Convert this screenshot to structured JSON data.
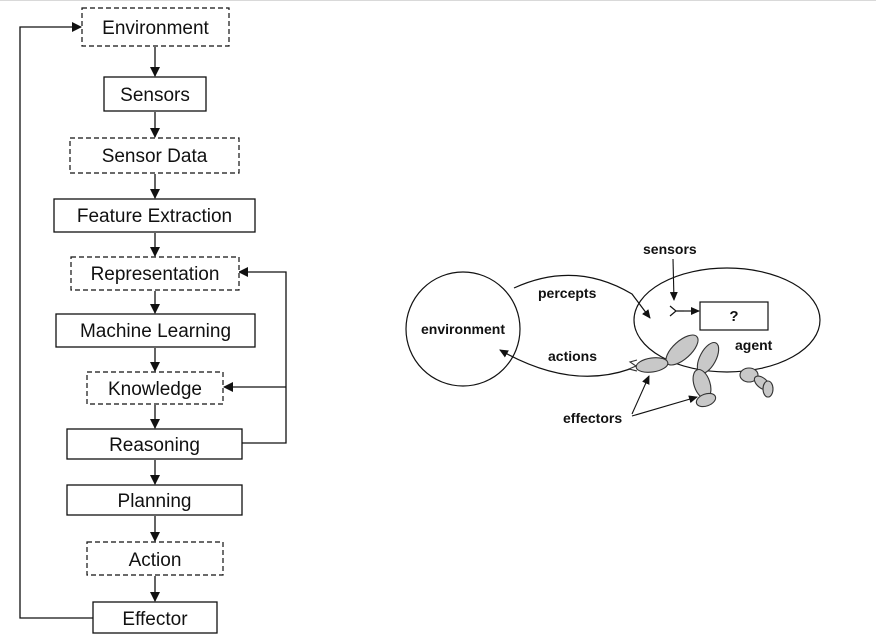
{
  "flowchart": {
    "boxes": [
      {
        "id": "environment",
        "label": "Environment",
        "dashed": true
      },
      {
        "id": "sensors",
        "label": "Sensors",
        "dashed": false
      },
      {
        "id": "sensor-data",
        "label": "Sensor Data",
        "dashed": true
      },
      {
        "id": "feature-extraction",
        "label": "Feature Extraction",
        "dashed": false
      },
      {
        "id": "representation",
        "label": "Representation",
        "dashed": true
      },
      {
        "id": "machine-learning",
        "label": "Machine Learning",
        "dashed": false
      },
      {
        "id": "knowledge",
        "label": "Knowledge",
        "dashed": true
      },
      {
        "id": "reasoning",
        "label": "Reasoning",
        "dashed": false
      },
      {
        "id": "planning",
        "label": "Planning",
        "dashed": false
      },
      {
        "id": "action",
        "label": "Action",
        "dashed": true
      },
      {
        "id": "effector",
        "label": "Effector",
        "dashed": false
      }
    ]
  },
  "agent_diagram": {
    "environment_label": "environment",
    "agent_label": "agent",
    "sensors_label": "sensors",
    "percepts_label": "percepts",
    "actions_label": "actions",
    "effectors_label": "effectors",
    "unknown_label": "?"
  }
}
